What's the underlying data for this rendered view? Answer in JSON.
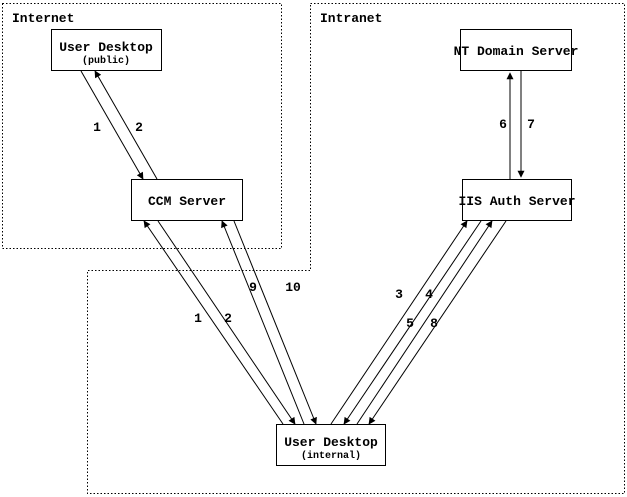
{
  "diagram": {
    "background_color": "#ffffff",
    "line_color": "#000000",
    "regions": {
      "internet": {
        "label": "Internet"
      },
      "intranet": {
        "label": "Intranet"
      }
    },
    "nodes": {
      "user_desktop_public": {
        "label": "User Desktop",
        "sublabel": "(public)",
        "region": "Internet"
      },
      "ccm_server": {
        "label": "CCM Server",
        "region": "Internet"
      },
      "nt_domain_server": {
        "label": "NT Domain Server",
        "region": "Intranet"
      },
      "iis_auth_server": {
        "label": "IIS Auth Server",
        "region": "Intranet"
      },
      "user_desktop_internal": {
        "label": "User Desktop",
        "sublabel": "(internal)",
        "region": "Intranet"
      }
    },
    "edges": {
      "e1_public": {
        "label": "1",
        "from": "User Desktop (public)",
        "to": "CCM Server"
      },
      "e2_public": {
        "label": "2",
        "from": "CCM Server",
        "to": "User Desktop (public)"
      },
      "e1_internal": {
        "label": "1",
        "from": "User Desktop (internal)",
        "to": "CCM Server"
      },
      "e2_internal": {
        "label": "2",
        "from": "CCM Server",
        "to": "User Desktop (internal)"
      },
      "e9": {
        "label": "9",
        "from": "User Desktop (internal)",
        "to": "CCM Server"
      },
      "e10": {
        "label": "10",
        "from": "CCM Server",
        "to": "User Desktop (internal)"
      },
      "e3": {
        "label": "3",
        "from": "User Desktop (internal)",
        "to": "IIS Auth Server"
      },
      "e4": {
        "label": "4",
        "from": "IIS Auth Server",
        "to": "User Desktop (internal)"
      },
      "e5": {
        "label": "5",
        "from": "User Desktop (internal)",
        "to": "IIS Auth Server"
      },
      "e8": {
        "label": "8",
        "from": "IIS Auth Server",
        "to": "User Desktop (internal)"
      },
      "e6": {
        "label": "6",
        "from": "IIS Auth Server",
        "to": "NT Domain Server"
      },
      "e7": {
        "label": "7",
        "from": "NT Domain Server",
        "to": "IIS Auth Server"
      }
    }
  }
}
